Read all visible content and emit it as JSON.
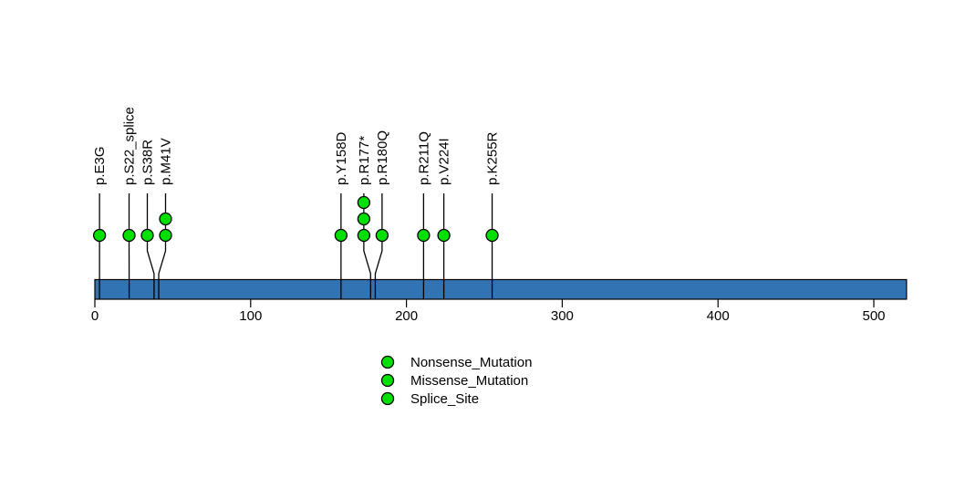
{
  "chart_data": {
    "type": "lollipop",
    "title": "",
    "axis": {
      "tick_values": [
        0,
        100,
        200,
        300,
        400,
        500
      ],
      "tick_labels": [
        "0",
        "100",
        "200",
        "300",
        "400",
        "500"
      ],
      "xmin": 0,
      "xmax": 521,
      "grid": "off"
    },
    "backbone": {
      "start": 0,
      "end": 521,
      "color": "#3173b3",
      "border_color": "#000000"
    },
    "mutations": [
      {
        "label": "p.E3G",
        "position": 3,
        "count": 1
      },
      {
        "label": "p.S22_splice",
        "position": 22,
        "count": 1
      },
      {
        "label": "p.S38R",
        "position": 38,
        "count": 1
      },
      {
        "label": "p.M41V",
        "position": 41,
        "count": 2
      },
      {
        "label": "p.Y158D",
        "position": 158,
        "count": 1
      },
      {
        "label": "p.R177*",
        "position": 177,
        "count": 3
      },
      {
        "label": "p.R180Q",
        "position": 180,
        "count": 1
      },
      {
        "label": "p.R211Q",
        "position": 211,
        "count": 1
      },
      {
        "label": "p.V224I",
        "position": 224,
        "count": 1
      },
      {
        "label": "p.K255R",
        "position": 255,
        "count": 1
      }
    ],
    "legend": {
      "position": "bottom-center",
      "items": [
        {
          "label": "Nonsense_Mutation",
          "color": "#00e000"
        },
        {
          "label": "Missense_Mutation",
          "color": "#00e000"
        },
        {
          "label": "Splice_Site",
          "color": "#00e000"
        }
      ]
    },
    "colors": {
      "circle_fill": "#00e000",
      "circle_border": "#000000",
      "stem": "#000000",
      "background": "#ffffff"
    }
  }
}
